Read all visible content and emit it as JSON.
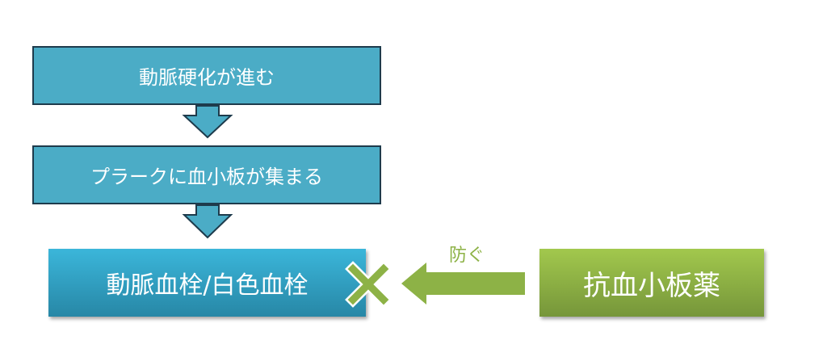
{
  "steps": [
    "動脈硬化が進む",
    "プラークに血小板が集まる"
  ],
  "result": "動脈血栓/白色血栓",
  "drug": "抗血小板薬",
  "prevent_label": "防ぐ",
  "colors": {
    "step": "#4bacc6",
    "result": "#31a0c4",
    "drug": "#8cb043"
  }
}
